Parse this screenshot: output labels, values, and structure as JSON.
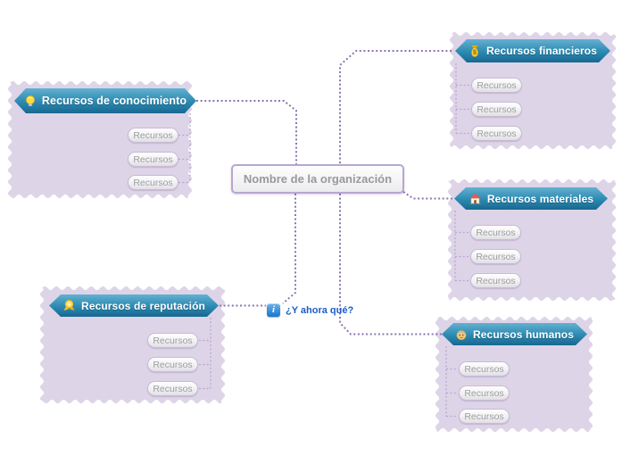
{
  "app": {
    "view": "mindmap"
  },
  "colors": {
    "banner_top": "#63b2d2",
    "banner_mid": "#2f8db5",
    "banner_bottom": "#176890",
    "box_fill": "#ded4e8",
    "connector": "#8d74b0",
    "inner_connector": "#b7a6ce",
    "pill_border": "#c6bcd2",
    "pill_text": "#9e9e9e",
    "center_border": "#b7a7d3",
    "center_text": "#999999",
    "info_blue": "#1576cc",
    "floating_text": "#1d5ec6"
  },
  "center": {
    "label": "Nombre de la organización"
  },
  "floating": {
    "label": "¿Y ahora qué?",
    "icon": "info-icon"
  },
  "branches": [
    {
      "id": "conocimiento",
      "label": "Recursos de conocimiento",
      "icon": "lightbulb-icon",
      "side": "left",
      "children": [
        "Recursos",
        "Recursos",
        "Recursos"
      ]
    },
    {
      "id": "financieros",
      "label": "Recursos financieros",
      "icon": "moneybag-icon",
      "side": "right",
      "children": [
        "Recursos",
        "Recursos",
        "Recursos"
      ]
    },
    {
      "id": "materiales",
      "label": "Recursos materiales",
      "icon": "house-icon",
      "side": "right",
      "children": [
        "Recursos",
        "Recursos",
        "Recursos"
      ]
    },
    {
      "id": "reputacion",
      "label": "Recursos de reputación",
      "icon": "medal-icon",
      "side": "left",
      "children": [
        "Recursos",
        "Recursos",
        "Recursos"
      ]
    },
    {
      "id": "humanos",
      "label": "Recursos humanos",
      "icon": "old-man-icon",
      "side": "right",
      "children": [
        "Recursos",
        "Recursos",
        "Recursos"
      ]
    }
  ]
}
